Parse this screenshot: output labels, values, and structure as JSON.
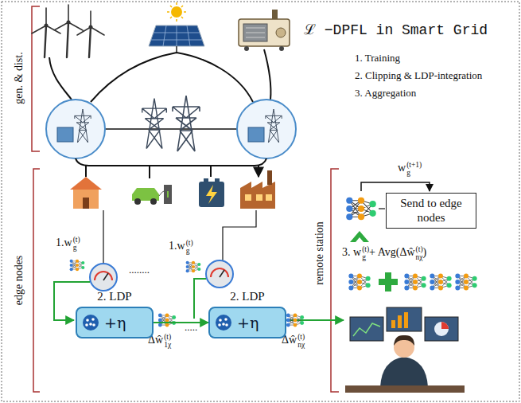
{
  "diagram": {
    "title": "ℒ −DPFL in Smart Grid",
    "nodes": [
      {
        "text": [
          "2. LDP",
          "+η"
        ]
      },
      {
        "text": [
          "2. LDP",
          "+η"
        ]
      },
      {
        "text": [
          "Send to edge nodes"
        ]
      }
    ],
    "edges": [
      {
        "from": 0,
        "to": 1,
        "arrow": "to"
      }
    ],
    "labels": [
      "1. Training",
      "2. Clipping & LDP-integration",
      "3. Aggregation",
      "gen. & dist.",
      "edge nodes",
      "remote station",
      "1.w",
      "(t)",
      "g",
      "1.w",
      "(t)",
      "g",
      "........",
      "Δŵ",
      "(t)",
      "1χ",
      ".....",
      "Δŵ",
      "(t)",
      "nχ",
      "w",
      "(t+1)",
      "g",
      "3. w",
      "(t)",
      "g",
      "+ Avg(Δŵ",
      "(t)",
      "nχ",
      ")"
    ]
  }
}
